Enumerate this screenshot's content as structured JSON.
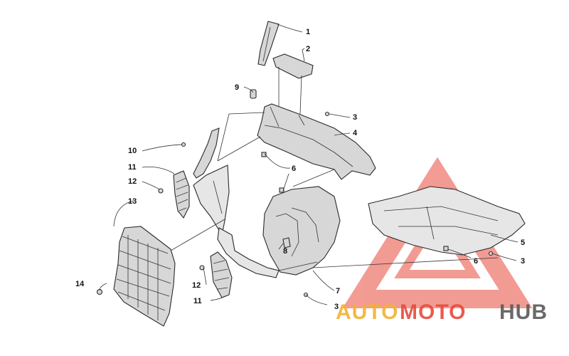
{
  "diagram": {
    "callouts": [
      {
        "id": "c1",
        "label": "1"
      },
      {
        "id": "c2",
        "label": "2"
      },
      {
        "id": "c3a",
        "label": "3"
      },
      {
        "id": "c3b",
        "label": "3"
      },
      {
        "id": "c3c",
        "label": "3"
      },
      {
        "id": "c4",
        "label": "4"
      },
      {
        "id": "c5",
        "label": "5"
      },
      {
        "id": "c6a",
        "label": "6"
      },
      {
        "id": "c6b",
        "label": "6"
      },
      {
        "id": "c7",
        "label": "7"
      },
      {
        "id": "c8",
        "label": "8"
      },
      {
        "id": "c9",
        "label": "9"
      },
      {
        "id": "c10",
        "label": "10"
      },
      {
        "id": "c11a",
        "label": "11"
      },
      {
        "id": "c11b",
        "label": "11"
      },
      {
        "id": "c12a",
        "label": "12"
      },
      {
        "id": "c12b",
        "label": "12"
      },
      {
        "id": "c13",
        "label": "13"
      },
      {
        "id": "c14",
        "label": "14"
      }
    ]
  },
  "watermark": {
    "part1": "AUTO",
    "part2": "MOTO",
    "part3": "HUB",
    "colors": {
      "auto": "#f2b233",
      "moto": "#e84a3c",
      "hub": "#5a5a5a",
      "triangle": "#e84a3c"
    }
  }
}
